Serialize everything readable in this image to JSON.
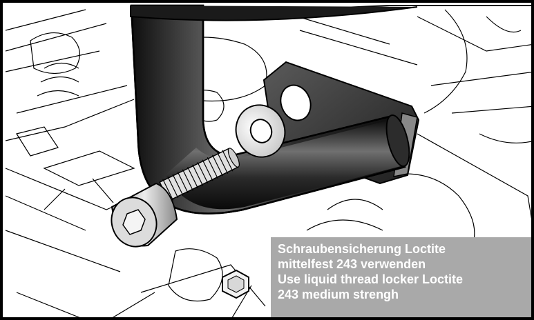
{
  "instruction": {
    "lines": [
      "Schraubensicherung Loctite",
      "mittelfest 243 verwenden",
      "Use liquid thread locker Loctite",
      "243 medium strengh"
    ]
  },
  "colors": {
    "caption_bg": "#a9a9a9",
    "caption_text": "#ffffff",
    "tube_dark": "#151515",
    "tube_highlight": "#7a7a7a"
  }
}
